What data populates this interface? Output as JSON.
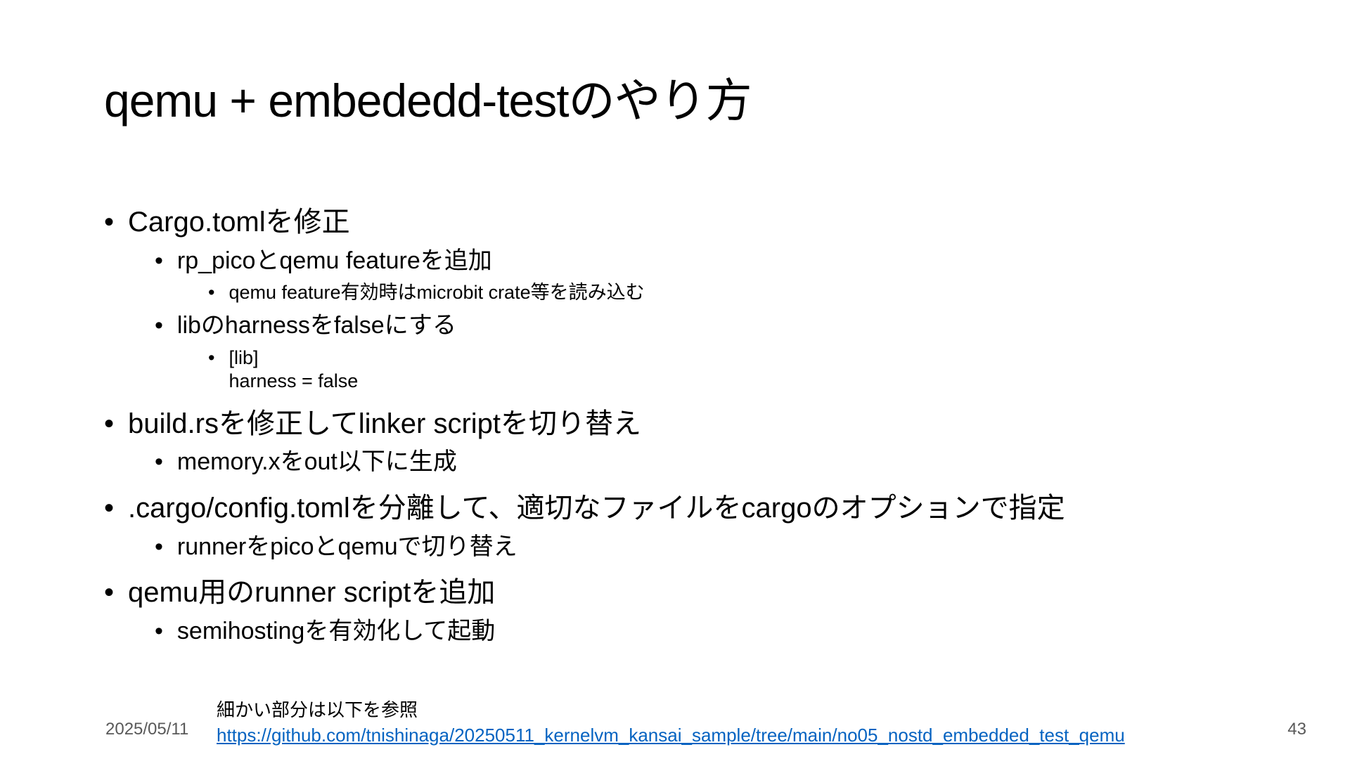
{
  "slide": {
    "title": "qemu + embededd-testのやり方"
  },
  "bullet_char": "•",
  "bullets": [
    {
      "level": 1,
      "text": "Cargo.tomlを修正"
    },
    {
      "level": 2,
      "text": "rp_picoとqemu featureを追加"
    },
    {
      "level": 3,
      "text": "qemu feature有効時はmicrobit crate等を読み込む"
    },
    {
      "level": 2,
      "text": "libのharnessをfalseにする"
    },
    {
      "level": 3,
      "text": "[lib]\nharness = false"
    },
    {
      "level": 1,
      "text": "build.rsを修正してlinker scriptを切り替え"
    },
    {
      "level": 2,
      "text": "memory.xをout以下に生成"
    },
    {
      "level": 1,
      "text": ".cargo/config.tomlを分離して、適切なファイルをcargoのオプションで指定"
    },
    {
      "level": 2,
      "text": "runnerをpicoとqemuで切り替え"
    },
    {
      "level": 1,
      "text": "qemu用のrunner scriptを追加"
    },
    {
      "level": 2,
      "text": "semihostingを有効化して起動"
    }
  ],
  "footer": {
    "date": "2025/05/11",
    "note": "細かい部分は以下を参照",
    "link_text": "https://github.com/tnishinaga/20250511_kernelvm_kansai_sample/tree/main/no05_nostd_embedded_test_qemu",
    "page_number": "43"
  },
  "colors": {
    "background": "#FFFFFF",
    "text": "#000000",
    "link": "#0563C1",
    "footer_text": "#595959"
  }
}
